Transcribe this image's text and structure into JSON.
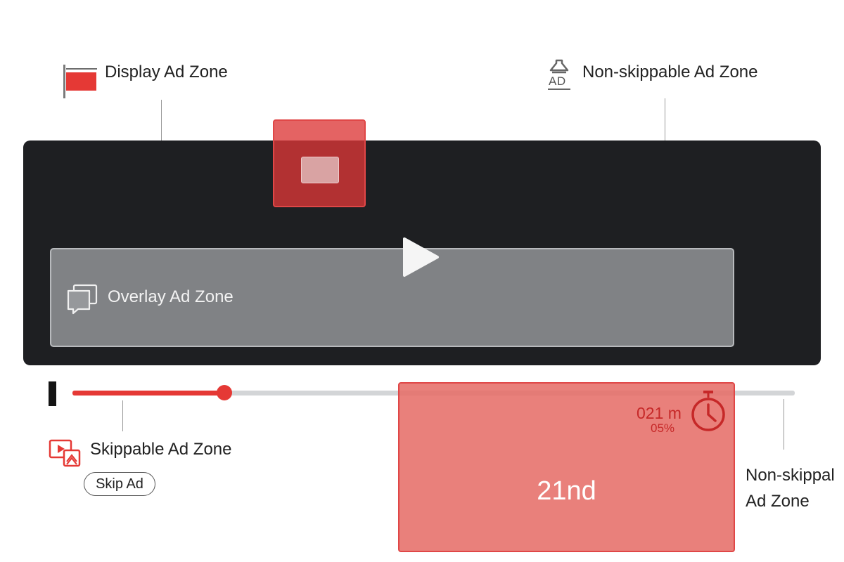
{
  "zones": {
    "display": {
      "label": "Display Ad Zone"
    },
    "non_skippable_top": {
      "label": "Non-skippable Ad Zone",
      "icon_text": "AD"
    },
    "overlay": {
      "label": "Overlay Ad Zone"
    },
    "skippable": {
      "label": "Skippable Ad Zone",
      "button_label": "Skip Ad"
    },
    "non_skippable_bottom": {
      "label_line1": "Non-skippal",
      "label_line2": "Ad Zone",
      "main_text": "21nd",
      "timer_time": "021 m",
      "timer_percent": "05%"
    }
  },
  "progress": {
    "played_fraction": 0.21
  },
  "colors": {
    "accent": "#e53935",
    "player_bg": "#1e1f22",
    "overlay_bg": "#96989b",
    "track": "#d3d5d7"
  },
  "icons": [
    "red-flag-icon",
    "ad-lamp-icon",
    "chat-bubbles-icon",
    "play-icon",
    "video-ad-icon",
    "stopwatch-icon"
  ]
}
